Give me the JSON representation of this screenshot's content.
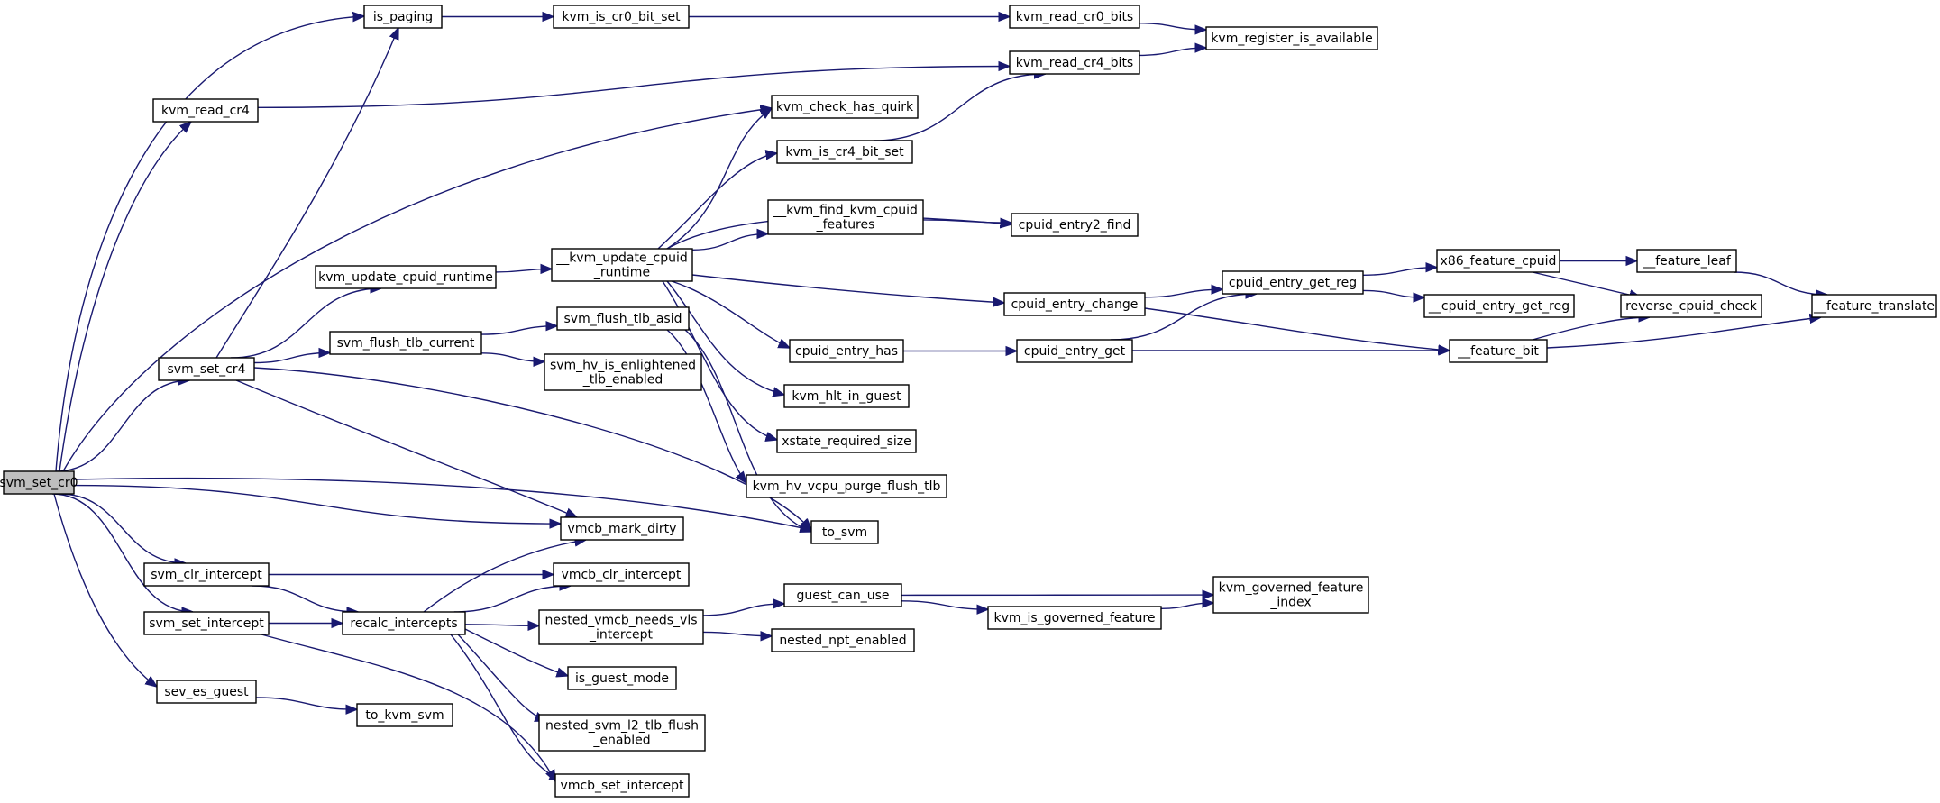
{
  "graph": {
    "type": "call-graph",
    "root": "svm_set_cr0",
    "node_fill": "#ffffff",
    "root_fill": "#bfbfbf",
    "edge_color": "#191970",
    "nodes": [
      {
        "id": "svm_set_cr0",
        "lines": [
          "svm_set_cr0"
        ]
      },
      {
        "id": "is_paging",
        "lines": [
          "is_paging"
        ]
      },
      {
        "id": "kvm_read_cr4",
        "lines": [
          "kvm_read_cr4"
        ]
      },
      {
        "id": "kvm_update_cpuid_runtime",
        "lines": [
          "kvm_update_cpuid_runtime"
        ]
      },
      {
        "id": "svm_set_cr4",
        "lines": [
          "svm_set_cr4"
        ]
      },
      {
        "id": "svm_flush_tlb_current",
        "lines": [
          "svm_flush_tlb_current"
        ]
      },
      {
        "id": "svm_clr_intercept",
        "lines": [
          "svm_clr_intercept"
        ]
      },
      {
        "id": "svm_set_intercept",
        "lines": [
          "svm_set_intercept"
        ]
      },
      {
        "id": "recalc_intercepts",
        "lines": [
          "recalc_intercepts"
        ]
      },
      {
        "id": "sev_es_guest",
        "lines": [
          "sev_es_guest"
        ]
      },
      {
        "id": "to_kvm_svm",
        "lines": [
          "to_kvm_svm"
        ]
      },
      {
        "id": "kvm_is_cr0_bit_set",
        "lines": [
          "kvm_is_cr0_bit_set"
        ]
      },
      {
        "id": "__kvm_update_cpuid_runtime",
        "lines": [
          "__kvm_update_cpuid",
          "_runtime"
        ]
      },
      {
        "id": "svm_flush_tlb_asid",
        "lines": [
          "svm_flush_tlb_asid"
        ]
      },
      {
        "id": "svm_hv_is_enlightened_tlb_enabled",
        "lines": [
          "svm_hv_is_enlightened",
          "_tlb_enabled"
        ]
      },
      {
        "id": "vmcb_mark_dirty",
        "lines": [
          "vmcb_mark_dirty"
        ]
      },
      {
        "id": "vmcb_clr_intercept",
        "lines": [
          "vmcb_clr_intercept"
        ]
      },
      {
        "id": "nested_vmcb_needs_vls_intercept",
        "lines": [
          "nested_vmcb_needs_vls",
          "_intercept"
        ]
      },
      {
        "id": "is_guest_mode",
        "lines": [
          "is_guest_mode"
        ]
      },
      {
        "id": "nested_svm_l2_tlb_flush_enabled",
        "lines": [
          "nested_svm_l2_tlb_flush",
          "_enabled"
        ]
      },
      {
        "id": "vmcb_set_intercept",
        "lines": [
          "vmcb_set_intercept"
        ]
      },
      {
        "id": "kvm_check_has_quirk",
        "lines": [
          "kvm_check_has_quirk"
        ]
      },
      {
        "id": "kvm_is_cr4_bit_set",
        "lines": [
          "kvm_is_cr4_bit_set"
        ]
      },
      {
        "id": "__kvm_find_kvm_cpuid_features",
        "lines": [
          "__kvm_find_kvm_cpuid",
          "_features"
        ]
      },
      {
        "id": "cpuid_entry_has",
        "lines": [
          "cpuid_entry_has"
        ]
      },
      {
        "id": "kvm_hlt_in_guest",
        "lines": [
          "kvm_hlt_in_guest"
        ]
      },
      {
        "id": "xstate_required_size",
        "lines": [
          "xstate_required_size"
        ]
      },
      {
        "id": "kvm_hv_vcpu_purge_flush_tlb",
        "lines": [
          "kvm_hv_vcpu_purge_flush_tlb"
        ]
      },
      {
        "id": "to_svm",
        "lines": [
          "to_svm"
        ]
      },
      {
        "id": "guest_can_use",
        "lines": [
          "guest_can_use"
        ]
      },
      {
        "id": "nested_npt_enabled",
        "lines": [
          "nested_npt_enabled"
        ]
      },
      {
        "id": "kvm_read_cr0_bits",
        "lines": [
          "kvm_read_cr0_bits"
        ]
      },
      {
        "id": "kvm_read_cr4_bits",
        "lines": [
          "kvm_read_cr4_bits"
        ]
      },
      {
        "id": "cpuid_entry2_find",
        "lines": [
          "cpuid_entry2_find"
        ]
      },
      {
        "id": "cpuid_entry_change",
        "lines": [
          "cpuid_entry_change"
        ]
      },
      {
        "id": "cpuid_entry_get",
        "lines": [
          "cpuid_entry_get"
        ]
      },
      {
        "id": "kvm_is_governed_feature",
        "lines": [
          "kvm_is_governed_feature"
        ]
      },
      {
        "id": "kvm_register_is_available",
        "lines": [
          "kvm_register_is_available"
        ]
      },
      {
        "id": "cpuid_entry_get_reg",
        "lines": [
          "cpuid_entry_get_reg"
        ]
      },
      {
        "id": "kvm_governed_feature_index",
        "lines": [
          "kvm_governed_feature",
          "_index"
        ]
      },
      {
        "id": "x86_feature_cpuid",
        "lines": [
          "x86_feature_cpuid"
        ]
      },
      {
        "id": "__cpuid_entry_get_reg",
        "lines": [
          "__cpuid_entry_get_reg"
        ]
      },
      {
        "id": "__feature_bit",
        "lines": [
          "__feature_bit"
        ]
      },
      {
        "id": "__feature_leaf",
        "lines": [
          "__feature_leaf"
        ]
      },
      {
        "id": "reverse_cpuid_check",
        "lines": [
          "reverse_cpuid_check"
        ]
      },
      {
        "id": "__feature_translate",
        "lines": [
          "__feature_translate"
        ]
      }
    ],
    "edges": [
      [
        "svm_set_cr0",
        "is_paging"
      ],
      [
        "svm_set_cr0",
        "kvm_read_cr4"
      ],
      [
        "svm_set_cr0",
        "kvm_check_has_quirk"
      ],
      [
        "svm_set_cr0",
        "svm_set_cr4"
      ],
      [
        "svm_set_cr0",
        "to_svm"
      ],
      [
        "svm_set_cr0",
        "vmcb_mark_dirty"
      ],
      [
        "svm_set_cr0",
        "svm_clr_intercept"
      ],
      [
        "svm_set_cr0",
        "svm_set_intercept"
      ],
      [
        "svm_set_cr0",
        "sev_es_guest"
      ],
      [
        "is_paging",
        "kvm_is_cr0_bit_set"
      ],
      [
        "kvm_is_cr0_bit_set",
        "kvm_read_cr0_bits"
      ],
      [
        "kvm_read_cr0_bits",
        "kvm_register_is_available"
      ],
      [
        "kvm_read_cr4",
        "kvm_read_cr4_bits"
      ],
      [
        "kvm_read_cr4_bits",
        "kvm_register_is_available"
      ],
      [
        "svm_set_cr4",
        "is_paging"
      ],
      [
        "svm_set_cr4",
        "kvm_update_cpuid_runtime"
      ],
      [
        "svm_set_cr4",
        "svm_flush_tlb_current"
      ],
      [
        "svm_set_cr4",
        "to_svm"
      ],
      [
        "svm_set_cr4",
        "vmcb_mark_dirty"
      ],
      [
        "kvm_update_cpuid_runtime",
        "__kvm_update_cpuid_runtime"
      ],
      [
        "__kvm_update_cpuid_runtime",
        "kvm_check_has_quirk"
      ],
      [
        "__kvm_update_cpuid_runtime",
        "kvm_is_cr4_bit_set"
      ],
      [
        "__kvm_update_cpuid_runtime",
        "cpuid_entry2_find"
      ],
      [
        "__kvm_update_cpuid_runtime",
        "__kvm_find_kvm_cpuid_features"
      ],
      [
        "__kvm_update_cpuid_runtime",
        "cpuid_entry_change"
      ],
      [
        "__kvm_update_cpuid_runtime",
        "cpuid_entry_has"
      ],
      [
        "__kvm_update_cpuid_runtime",
        "kvm_hlt_in_guest"
      ],
      [
        "__kvm_update_cpuid_runtime",
        "xstate_required_size"
      ],
      [
        "kvm_is_cr4_bit_set",
        "kvm_read_cr4_bits"
      ],
      [
        "__kvm_find_kvm_cpuid_features",
        "cpuid_entry2_find"
      ],
      [
        "cpuid_entry_change",
        "cpuid_entry_get_reg"
      ],
      [
        "cpuid_entry_change",
        "__feature_bit"
      ],
      [
        "cpuid_entry_has",
        "cpuid_entry_get"
      ],
      [
        "cpuid_entry_get",
        "cpuid_entry_get_reg"
      ],
      [
        "cpuid_entry_get",
        "__feature_bit"
      ],
      [
        "cpuid_entry_get_reg",
        "x86_feature_cpuid"
      ],
      [
        "cpuid_entry_get_reg",
        "__cpuid_entry_get_reg"
      ],
      [
        "x86_feature_cpuid",
        "__feature_leaf"
      ],
      [
        "x86_feature_cpuid",
        "reverse_cpuid_check"
      ],
      [
        "__feature_leaf",
        "__feature_translate"
      ],
      [
        "__feature_bit",
        "reverse_cpuid_check"
      ],
      [
        "__feature_bit",
        "__feature_translate"
      ],
      [
        "svm_flush_tlb_current",
        "svm_flush_tlb_asid"
      ],
      [
        "svm_flush_tlb_current",
        "svm_hv_is_enlightened_tlb_enabled"
      ],
      [
        "svm_flush_tlb_asid",
        "kvm_hv_vcpu_purge_flush_tlb"
      ],
      [
        "svm_flush_tlb_asid",
        "to_svm"
      ],
      [
        "svm_clr_intercept",
        "vmcb_clr_intercept"
      ],
      [
        "svm_clr_intercept",
        "recalc_intercepts"
      ],
      [
        "svm_set_intercept",
        "recalc_intercepts"
      ],
      [
        "svm_set_intercept",
        "vmcb_set_intercept"
      ],
      [
        "recalc_intercepts",
        "vmcb_mark_dirty"
      ],
      [
        "recalc_intercepts",
        "vmcb_clr_intercept"
      ],
      [
        "recalc_intercepts",
        "nested_vmcb_needs_vls_intercept"
      ],
      [
        "recalc_intercepts",
        "is_guest_mode"
      ],
      [
        "recalc_intercepts",
        "nested_svm_l2_tlb_flush_enabled"
      ],
      [
        "recalc_intercepts",
        "vmcb_set_intercept"
      ],
      [
        "nested_vmcb_needs_vls_intercept",
        "guest_can_use"
      ],
      [
        "nested_vmcb_needs_vls_intercept",
        "nested_npt_enabled"
      ],
      [
        "guest_can_use",
        "kvm_is_governed_feature"
      ],
      [
        "guest_can_use",
        "kvm_governed_feature_index"
      ],
      [
        "kvm_is_governed_feature",
        "kvm_governed_feature_index"
      ],
      [
        "sev_es_guest",
        "to_kvm_svm"
      ]
    ]
  }
}
